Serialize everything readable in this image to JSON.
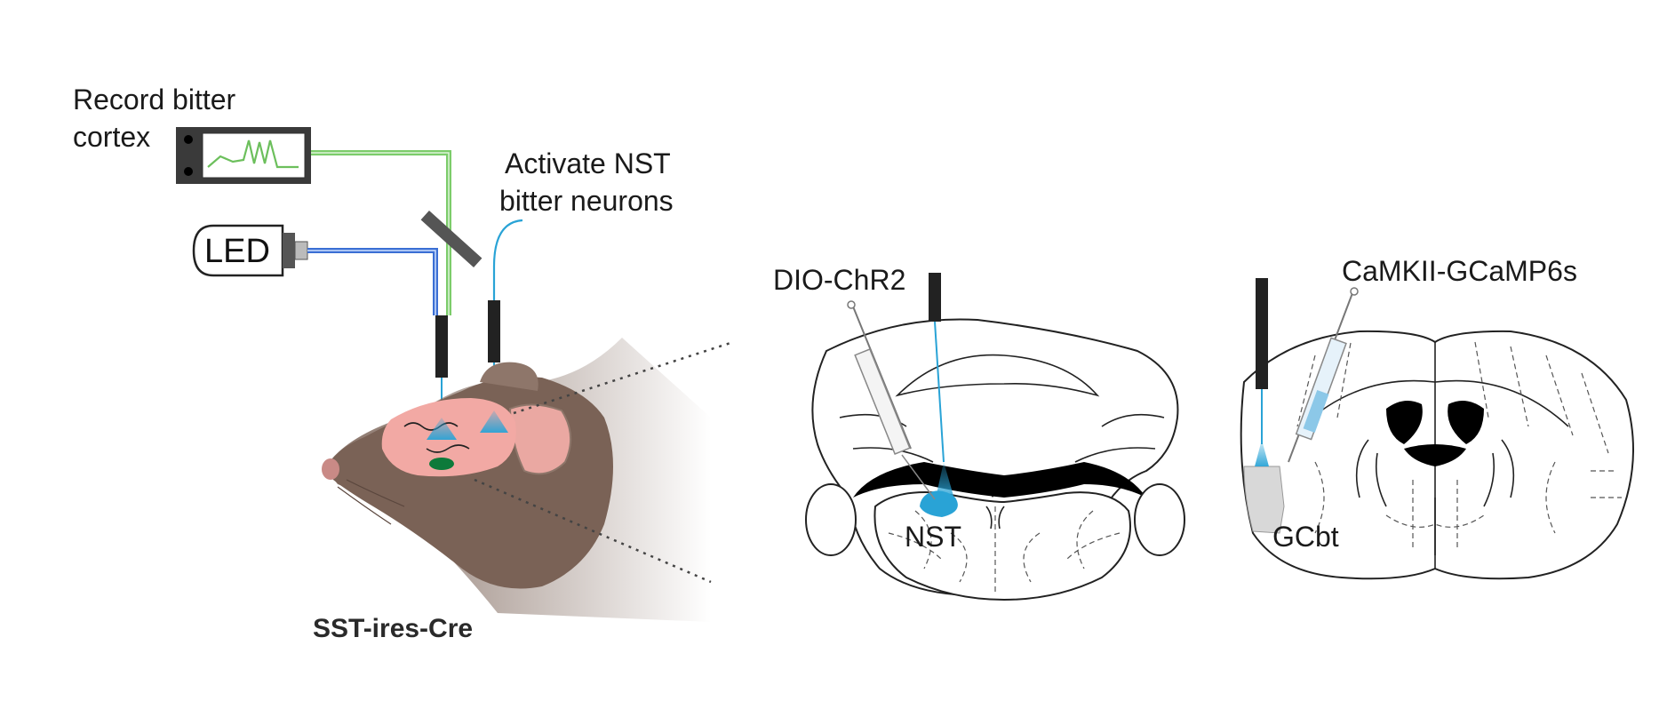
{
  "labels": {
    "record": [
      "Record bitter",
      "cortex"
    ],
    "activate": [
      "Activate NST",
      "bitter neurons"
    ],
    "led": "LED",
    "mouse_line": "SST-ires-Cre",
    "virus_left": "DIO-ChR2",
    "virus_right": "CaMKII-GCaMP6s",
    "region_left": "NST",
    "region_right": "GCbt"
  },
  "colors": {
    "fiber_green": "#7ccc6a",
    "fiber_blue": "#3b6fd4",
    "light_blue": "#29a3d6",
    "brain_pink": "#f2a9a4",
    "mouse_brown": "#7a6256",
    "target_green": "#0d7a3a"
  },
  "icons": {
    "recorder": "recorder-box-icon",
    "led": "led-source-icon",
    "mirror": "dichroic-mirror-icon",
    "fiber": "optic-fiber-icon",
    "syringe": "syringe-icon"
  }
}
